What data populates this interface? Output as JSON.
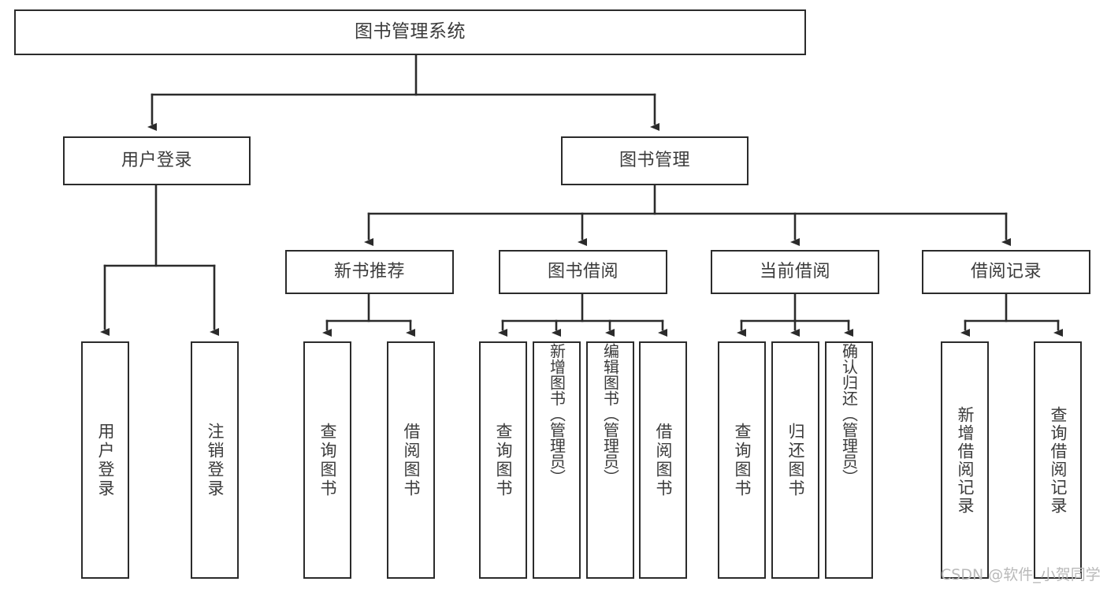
{
  "diagram": {
    "title": "图书管理系统",
    "type": "tree-hierarchy-chart",
    "colors": {
      "box_border": "#2b2b2b",
      "box_fill": "#ffffff",
      "edge": "#2b2b2b",
      "text": "#3b3b3b",
      "watermark": "#b9b9b9",
      "background": "#ffffff"
    },
    "nodes": {
      "root": {
        "label": "图书管理系统"
      },
      "level1": [
        {
          "label": "用户登录"
        },
        {
          "label": "图书管理"
        }
      ],
      "level2": [
        {
          "label": "新书推荐"
        },
        {
          "label": "图书借阅"
        },
        {
          "label": "当前借阅"
        },
        {
          "label": "借阅记录"
        }
      ],
      "leaves_user_login": [
        {
          "label": "用户登录"
        },
        {
          "label": "注销登录"
        }
      ],
      "leaves_new_books": [
        {
          "label": "查询图书"
        },
        {
          "label": "借阅图书"
        }
      ],
      "leaves_borrow": [
        {
          "label": "查询图书"
        },
        {
          "label": "新增图书（管理员）"
        },
        {
          "label": "编辑图书（管理员）"
        },
        {
          "label": "借阅图书"
        }
      ],
      "leaves_current": [
        {
          "label": "查询图书"
        },
        {
          "label": "归还图书"
        },
        {
          "label": "确认归还（管理员）"
        }
      ],
      "leaves_records": [
        {
          "label": "新增借阅记录"
        },
        {
          "label": "查询借阅记录"
        }
      ]
    },
    "watermark": "CSDN @软件_小贺同学"
  }
}
